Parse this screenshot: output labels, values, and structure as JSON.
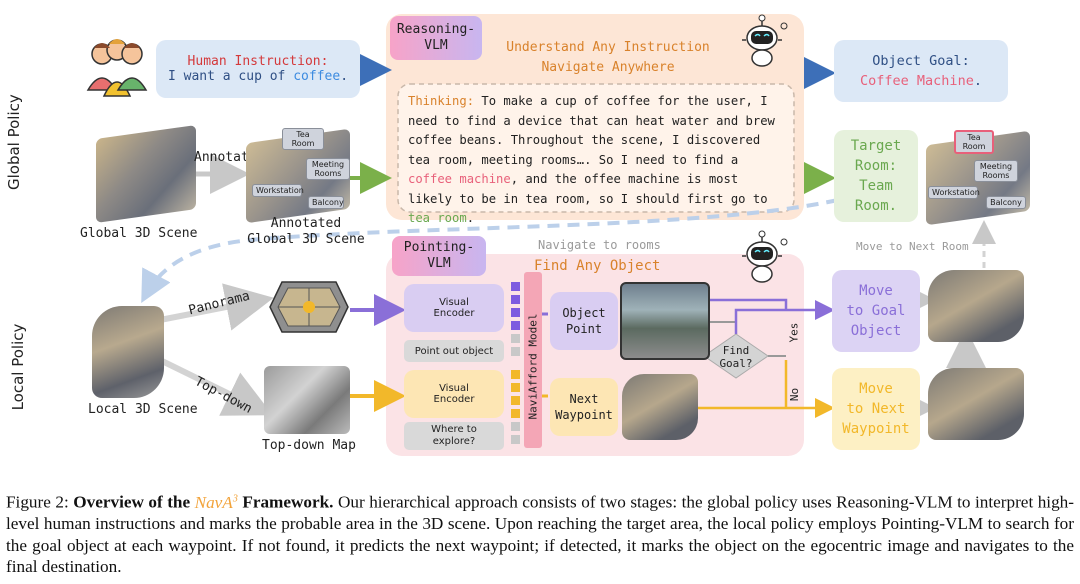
{
  "side_labels": {
    "global": "Global Policy",
    "local": "Local Policy"
  },
  "global": {
    "human_instruction_title": "Human Instruction:",
    "human_instruction_prefix": "I want a cup of ",
    "human_instruction_keyword": "coffee",
    "human_instruction_suffix": ".",
    "reasoning_vlm_line1": "Reasoning-",
    "reasoning_vlm_line2": "VLM",
    "understand_line1": "Understand Any Instruction",
    "understand_line2": "Navigate Anywhere",
    "thinking_label": "Thinking:",
    "thinking_part1": " To make a cup of coffee for the user, I need to find a device that can heat water and brew coffee beans. Throughout the scene, I discovered tea room, meeting rooms…. So I need to find a ",
    "thinking_kw1": "coffee machine",
    "thinking_part2": ", and the offee machine is most likely to be in tea room, so I should first go to ",
    "thinking_kw2": "tea room",
    "thinking_part3": ".",
    "object_goal_title": "Object Goal:",
    "object_goal_value": "Coffee Machine",
    "object_goal_suffix": ".",
    "target_room_line1": "Target",
    "target_room_line2": "Room:",
    "target_room_line3": "Team",
    "target_room_line4": "Room.",
    "annotate_label": "Annotate",
    "global_scene_label": "Global 3D Scene",
    "annotated_line1": "Annotated",
    "annotated_line2": "Global 3D Scene",
    "tags": {
      "tea_room": "Tea Room",
      "meeting_rooms": "Meeting Rooms",
      "workstation": "Workstation",
      "balcony": "Balcony"
    }
  },
  "local": {
    "pointing_vlm_line1": "Pointing-",
    "pointing_vlm_line2": "VLM",
    "navigate_to_rooms": "Navigate to rooms",
    "find_any_object": "Find Any Object",
    "panorama_label": "Panorama",
    "topdown_label": "Top-down",
    "local_scene_label": "Local 3D Scene",
    "topdown_map_label": "Top-down Map",
    "visual_encoder": "Visual Encoder",
    "point_out_object": "Point out object",
    "where_to_explore": "Where to explore?",
    "naviafford": "NaviAfford Model",
    "object_point_line1": "Object",
    "object_point_line2": "Point",
    "next_waypoint_line1": "Next",
    "next_waypoint_line2": "Waypoint",
    "find_goal_line1": "Find",
    "find_goal_line2": "Goal?",
    "yes": "Yes",
    "no": "No",
    "move_goal_line1": "Move",
    "move_goal_line2": "to Goal",
    "move_goal_line3": "Object",
    "move_next_line1": "Move",
    "move_next_line2": "to Next",
    "move_next_line3": "Waypoint",
    "move_to_next_room": "Move to Next Room"
  },
  "caption": {
    "prefix": "Figure 2: ",
    "bold1": "Overview of the ",
    "nav": "NavA",
    "sup": "3",
    "bold2": " Framework.",
    "text": " Our hierarchical approach consists of two stages: the global policy uses Reasoning-VLM to interpret high-level human instructions and marks the probable area in the 3D scene. Upon reaching the target area, the local policy employs Pointing-VLM to search for the goal object at each waypoint. If not found, it predicts the next waypoint; if detected, it marks the object on the egocentric image and navigates to the final destination."
  },
  "colors": {
    "blue_arrow": "#3d6fb8",
    "green_arrow": "#7bb04a",
    "purple_arrow": "#8a6fd8",
    "yellow_arrow": "#f2b82a",
    "orange_text": "#d9822b",
    "pink_text": "#e8607a",
    "green_text": "#6aa84f"
  },
  "icons": [
    "people-icon",
    "robot-icon",
    "scene-image",
    "panorama-image",
    "topdown-map-image",
    "egocentric-photo"
  ]
}
